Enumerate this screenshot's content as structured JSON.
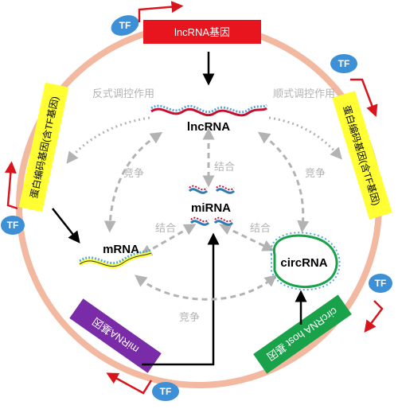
{
  "genes": {
    "lncrna": "lncRNA基因",
    "left_protein": "蛋白编码基因(含TF基因)",
    "right_protein": "蛋白编码基因(含TF基因)",
    "mirna": "miRNA基因",
    "circrna_host": "circRNA host 基因"
  },
  "tf_label": "TF",
  "molecules": {
    "lncrna": "lncRNA",
    "mirna": "miRNA",
    "mrna": "mRNA",
    "circrna": "circRNA"
  },
  "relations": {
    "reverse_regulation": "反式调控作用",
    "forward_regulation": "顺式调控作用",
    "compete_left": "竞争",
    "compete_right": "竞争",
    "compete_bottom": "竞争",
    "bind_top": "结合",
    "bind_left": "结合",
    "bind_right": "结合"
  },
  "colors": {
    "ring": "#f2b8a0",
    "lncrna_gene": "#e8141e",
    "protein_gene": "#ffff33",
    "mirna_gene": "#7a2ba8",
    "circrna_gene": "#1aa24a",
    "tf": "#3d8fd6",
    "arrow_red": "#d9151b",
    "arrow_gray": "#b3b3b3"
  }
}
